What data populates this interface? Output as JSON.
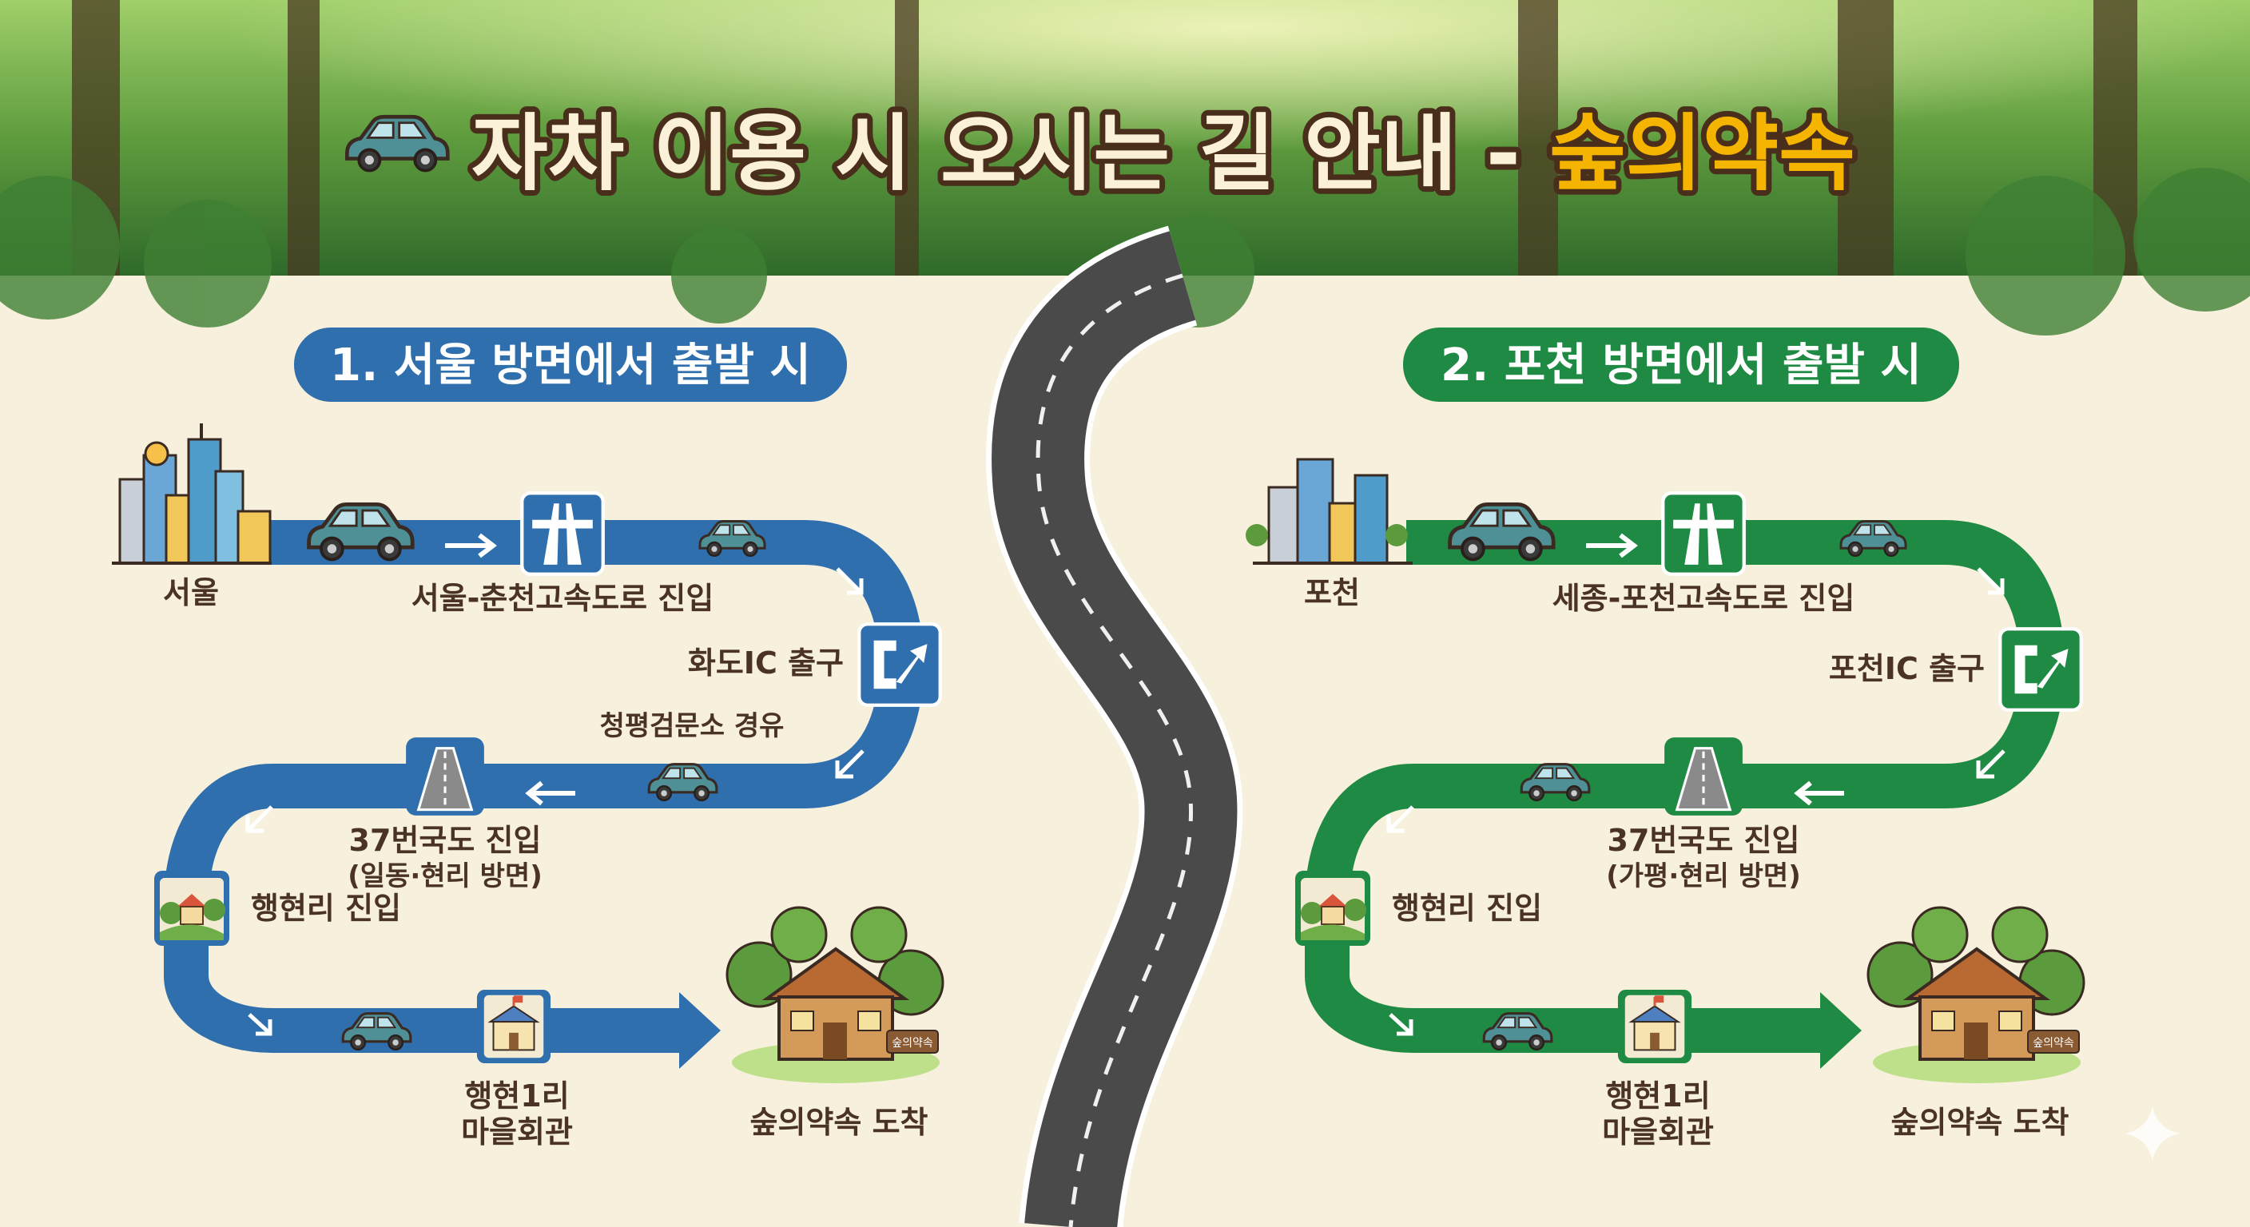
{
  "header": {
    "icon": "car-icon",
    "title_main": "자차 이용 시 오시는 길 안내 -",
    "title_brand": "숲의약속",
    "title_color": "#fbf1d8",
    "brand_color": "#f5b400"
  },
  "routes": [
    {
      "heading": "1. 서울 방면에서 출발 시",
      "color": "#2f6fae",
      "start": "서울",
      "highway": "서울-춘천고속도로 진입",
      "exit": "화도IC 출구",
      "via": "청평검문소 경유",
      "road": "37번국도 진입",
      "road_sub": "(일동·현리 방면)",
      "village": "행현리 진입",
      "hall_line1": "행현1리",
      "hall_line2": "마을회관",
      "destination": "숲의약속 도착",
      "sign": "숲의약속"
    },
    {
      "heading": "2. 포천 방면에서 출발 시",
      "color": "#1f8a44",
      "start": "포천",
      "highway": "세종-포천고속도로 진입",
      "exit": "포천IC 출구",
      "road": "37번국도 진입",
      "road_sub": "(가평·현리 방면)",
      "village": "행현리 진입",
      "hall_line1": "행현1리",
      "hall_line2": "마을회관",
      "destination": "숲의약속 도착",
      "sign": "숲의약속"
    }
  ]
}
